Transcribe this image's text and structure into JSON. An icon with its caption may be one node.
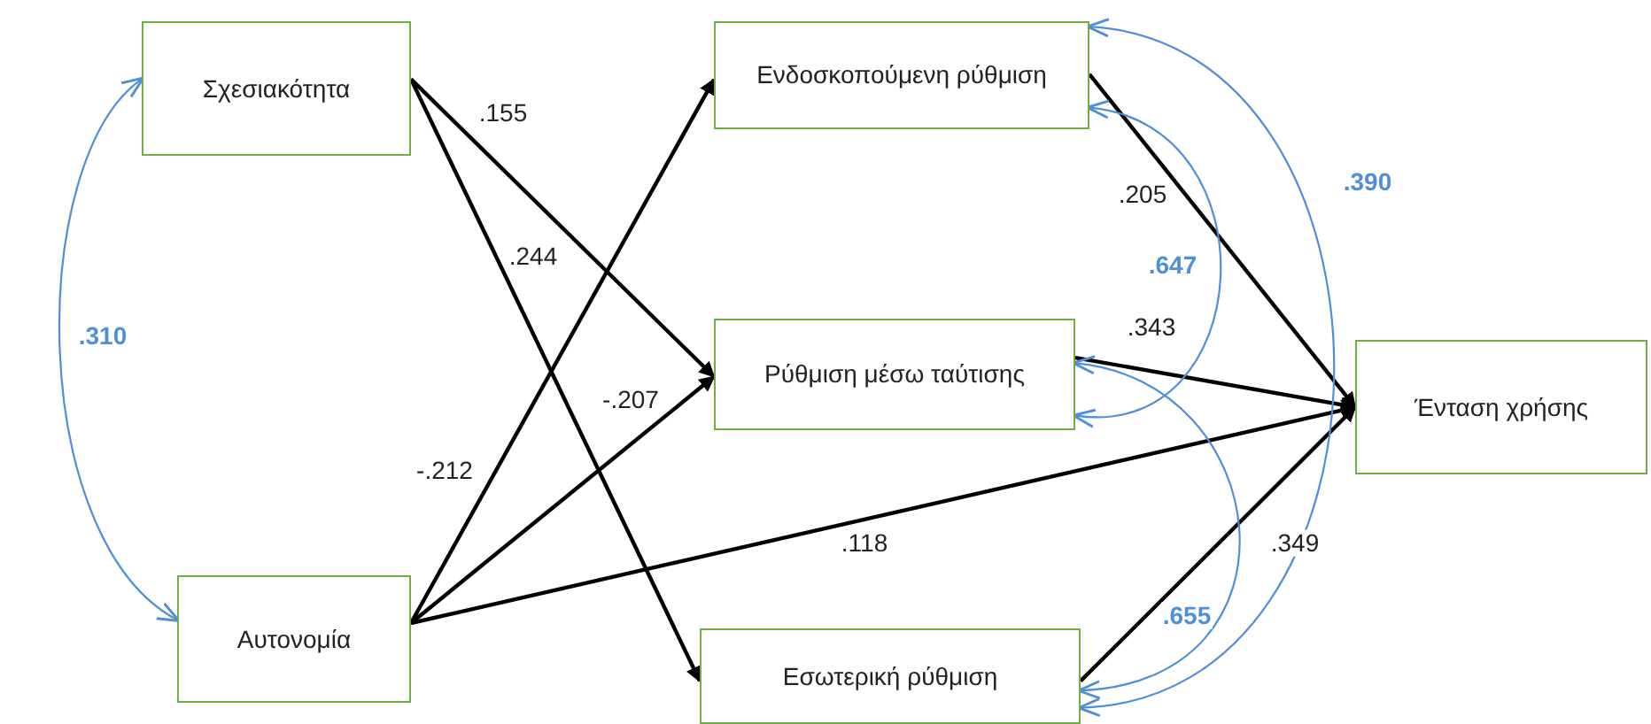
{
  "diagram": {
    "nodes": [
      {
        "text": [
          "Σχεσιακότητα"
        ]
      },
      {
        "text": [
          "Ενδοσκοπούμενη ρύθμιση"
        ]
      },
      {
        "text": [
          "Ρύθμιση μέσω ταύτισης"
        ]
      },
      {
        "text": [
          "Αυτονομία"
        ]
      },
      {
        "text": [
          "Ένταση χρήσης"
        ]
      },
      {
        "text": [
          "Εσωτερική ρύθμιση"
        ]
      }
    ],
    "edges": [
      {
        "from": 0,
        "to": 2,
        "arrow": "to",
        "label": ".155"
      },
      {
        "from": 0,
        "to": 5,
        "arrow": "to",
        "label": ".244"
      },
      {
        "from": 3,
        "to": 1,
        "arrow": "to",
        "label": "-.212"
      },
      {
        "from": 3,
        "to": 2,
        "arrow": "to",
        "label": "-.207"
      },
      {
        "from": 3,
        "to": 4,
        "arrow": "to",
        "label": ".118"
      },
      {
        "from": 1,
        "to": 4,
        "arrow": "to",
        "label": ".205"
      },
      {
        "from": 2,
        "to": 4,
        "arrow": "to",
        "label": ".343"
      },
      {
        "from": 5,
        "to": 4,
        "arrow": "to",
        "label": ".349"
      },
      {
        "from": 0,
        "to": 3,
        "arrow": "both",
        "label": ".310",
        "color": "#4f8fd8"
      },
      {
        "from": 1,
        "to": 2,
        "arrow": "both",
        "label": ".647",
        "color": "#4f8fd8"
      },
      {
        "from": 1,
        "to": 5,
        "arrow": "both",
        "label": ".390",
        "color": "#4f8fd8"
      },
      {
        "from": 2,
        "to": 5,
        "arrow": "both",
        "label": ".655",
        "color": "#4f8fd8"
      }
    ]
  }
}
